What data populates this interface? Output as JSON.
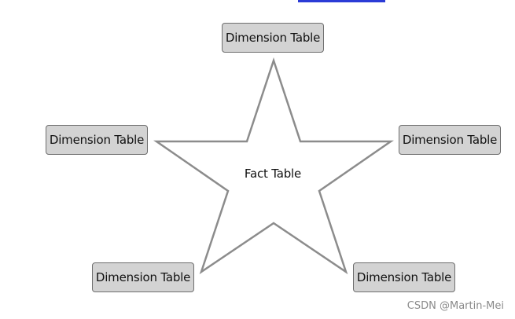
{
  "diagram": {
    "center_label": "Fact Table",
    "dimensions": [
      "Dimension Table",
      "Dimension Table",
      "Dimension Table",
      "Dimension Table",
      "Dimension Table"
    ]
  },
  "watermark": "CSDN @Martin-Mei"
}
